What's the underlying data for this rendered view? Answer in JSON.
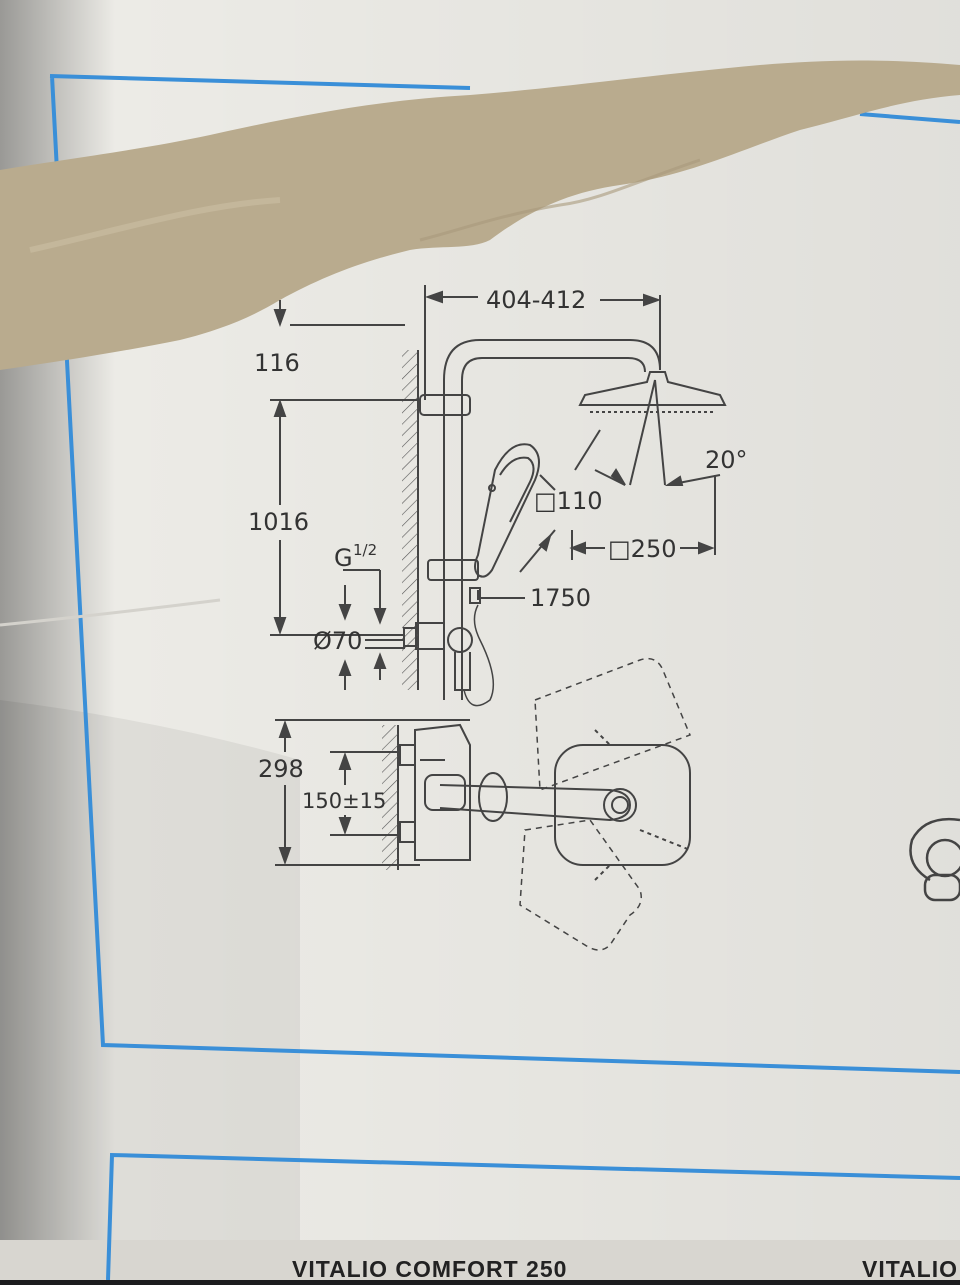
{
  "dimensions": {
    "width_range": "404-412",
    "top_offset": "116",
    "height": "1016",
    "thread": "G",
    "thread_fraction": "1/2",
    "diameter": "Ø70",
    "hand_shower_size": "□110",
    "head_size": "□250",
    "angle": "20°",
    "hose_length": "1750",
    "mixer_height": "298",
    "mixer_spacing": "150±15"
  },
  "product": {
    "name": "VITALIO COMFORT 250",
    "name_truncated": "VITALIO"
  },
  "colors": {
    "cardboard_white": "#ecebe6",
    "frame_blue": "#3a8fd8",
    "torn_paper": "#b9ab8e",
    "line": "#444444"
  }
}
